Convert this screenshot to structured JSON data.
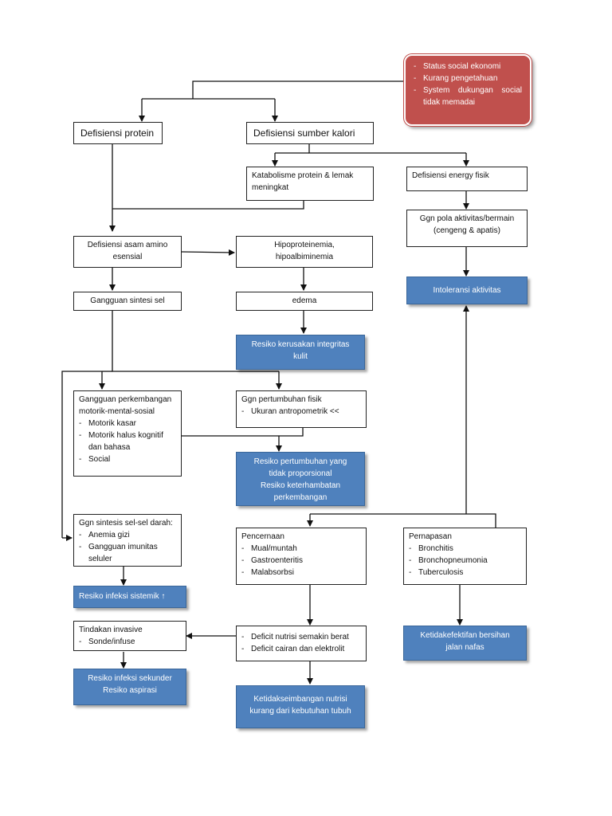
{
  "factors": [
    "Status social ekonomi",
    "Kurang pengetahuan",
    "System dukungan social tidak memadai"
  ],
  "nodes": {
    "def_protein": "Defisiensi protein",
    "def_kalori": "Defisiensi sumber kalori",
    "katabolisme": "Katabolisme protein & lemak meningkat",
    "def_energy": "Defisiensi energy fisik",
    "ggn_pola_1": "Ggn pola aktivitas/bermain",
    "ggn_pola_2": "(cengeng & apatis)",
    "intoleransi": "Intoleransi aktivitas",
    "def_amino_1": "Defisiensi asam amino",
    "def_amino_2": "esensial",
    "hipo_1": "Hipoproteinemia,",
    "hipo_2": "hipoalbiminemia",
    "gangguan_sintesi": "Gangguan sintesi sel",
    "edema": "edema",
    "resiko_kulit_1": "Resiko kerusakan integritas",
    "resiko_kulit_2": "kulit",
    "perkembangan_title_1": "Gangguan perkembangan",
    "perkembangan_title_2": "motorik-mental-sosial",
    "perkembangan_items": [
      "Motorik kasar",
      "Motorik halus kognitif dan bahasa",
      "Social"
    ],
    "pertumbuhan_title": "Ggn pertumbuhan fisik",
    "pertumbuhan_items": [
      "Ukuran antropometrik <<"
    ],
    "resiko_pertumbuhan_1": "Resiko pertumbuhan yang",
    "resiko_pertumbuhan_2": "tidak proporsional",
    "resiko_pertumbuhan_3": "Resiko keterhambatan",
    "resiko_pertumbuhan_4": "perkembangan",
    "darah_title": "Ggn sintesis sel-sel darah:",
    "darah_items": [
      "Anemia gizi",
      "Gangguan imunitas seluler"
    ],
    "resiko_sistemik": "Resiko infeksi sistemik ↑",
    "pencernaan_title": "Pencernaan",
    "pencernaan_items": [
      "Mual/muntah",
      "Gastroenteritis",
      "Malabsorbsi"
    ],
    "pernapasan_title": "Pernapasan",
    "pernapasan_items": [
      "Bronchitis",
      "Bronchopneumonia",
      "Tuberculosis"
    ],
    "tindakan_title": "Tindakan invasive",
    "tindakan_items": [
      "Sonde/infuse"
    ],
    "deficit_items": [
      "Deficit nutrisi semakin berat",
      "Deficit cairan dan elektrolit"
    ],
    "bersihan_1": "Ketidakefektifan bersihan",
    "bersihan_2": "jalan nafas",
    "resiko_sekunder_1": "Resiko infeksi sekunder",
    "resiko_sekunder_2": "Resiko aspirasi",
    "ketidakseimbangan_1": "Ketidakseimbangan nutrisi",
    "ketidakseimbangan_2": "kurang dari kebutuhan tubuh"
  }
}
